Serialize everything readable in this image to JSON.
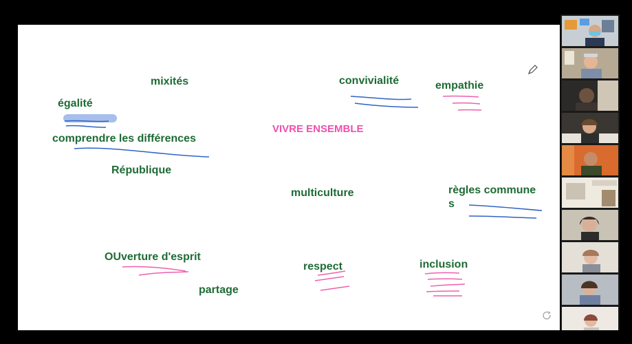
{
  "whiteboard": {
    "center_word": "VIVRE ENSEMBLE",
    "words": {
      "mixites": "mixités",
      "egalite": "égalité",
      "comprendre": "comprendre les différences",
      "republique": "République",
      "convivialite": "convivialité",
      "empathie": "empathie",
      "multiculture": "multiculture",
      "regles_line1": "règles commune",
      "regles_line2": "s",
      "ouverture": "OUverture d'esprit",
      "respect": "respect",
      "inclusion": "inclusion",
      "partage": "partage"
    },
    "colors": {
      "word_green": "#1e6b35",
      "center_pink": "#ef4fae",
      "ink_blue": "#2f63c7",
      "ink_pink": "#ef5fae",
      "highlight": "#9fb7ea"
    },
    "icons": [
      "pencil-icon",
      "refresh-icon"
    ]
  },
  "participants": {
    "count": 10,
    "tile_icon": "video-tile"
  }
}
